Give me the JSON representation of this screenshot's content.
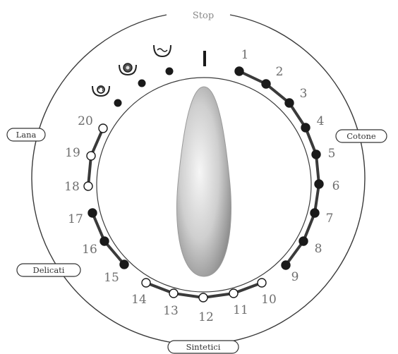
{
  "dial": {
    "top_label": "Stop",
    "program_groups": {
      "lana": "Lana",
      "cotone": "Cotone",
      "delicati": "Delicati",
      "sintetici": "Sintetici"
    },
    "positions": [
      {
        "number": "1",
        "filled": true
      },
      {
        "number": "2",
        "filled": true
      },
      {
        "number": "3",
        "filled": true
      },
      {
        "number": "4",
        "filled": true
      },
      {
        "number": "5",
        "filled": true
      },
      {
        "number": "6",
        "filled": true
      },
      {
        "number": "7",
        "filled": true
      },
      {
        "number": "8",
        "filled": true
      },
      {
        "number": "9",
        "filled": true
      },
      {
        "number": "10",
        "filled": false
      },
      {
        "number": "11",
        "filled": false
      },
      {
        "number": "12",
        "filled": false
      },
      {
        "number": "13",
        "filled": false
      },
      {
        "number": "14",
        "filled": false
      },
      {
        "number": "15",
        "filled": true
      },
      {
        "number": "16",
        "filled": true
      },
      {
        "number": "17",
        "filled": true
      },
      {
        "number": "18",
        "filled": false
      },
      {
        "number": "19",
        "filled": false
      },
      {
        "number": "20",
        "filled": false
      }
    ],
    "special_functions": [
      {
        "icon": "spin-icon"
      },
      {
        "icon": "drain-icon"
      },
      {
        "icon": "rinse-icon"
      }
    ],
    "off_marker_icon": "off-marker-icon",
    "colors": {
      "ring": "#3a3a3a",
      "dot": "#1a1a1a",
      "number": "#6e6e6e",
      "knob_light": "#f4f4f4",
      "knob_dark": "#8c8c8c"
    }
  }
}
